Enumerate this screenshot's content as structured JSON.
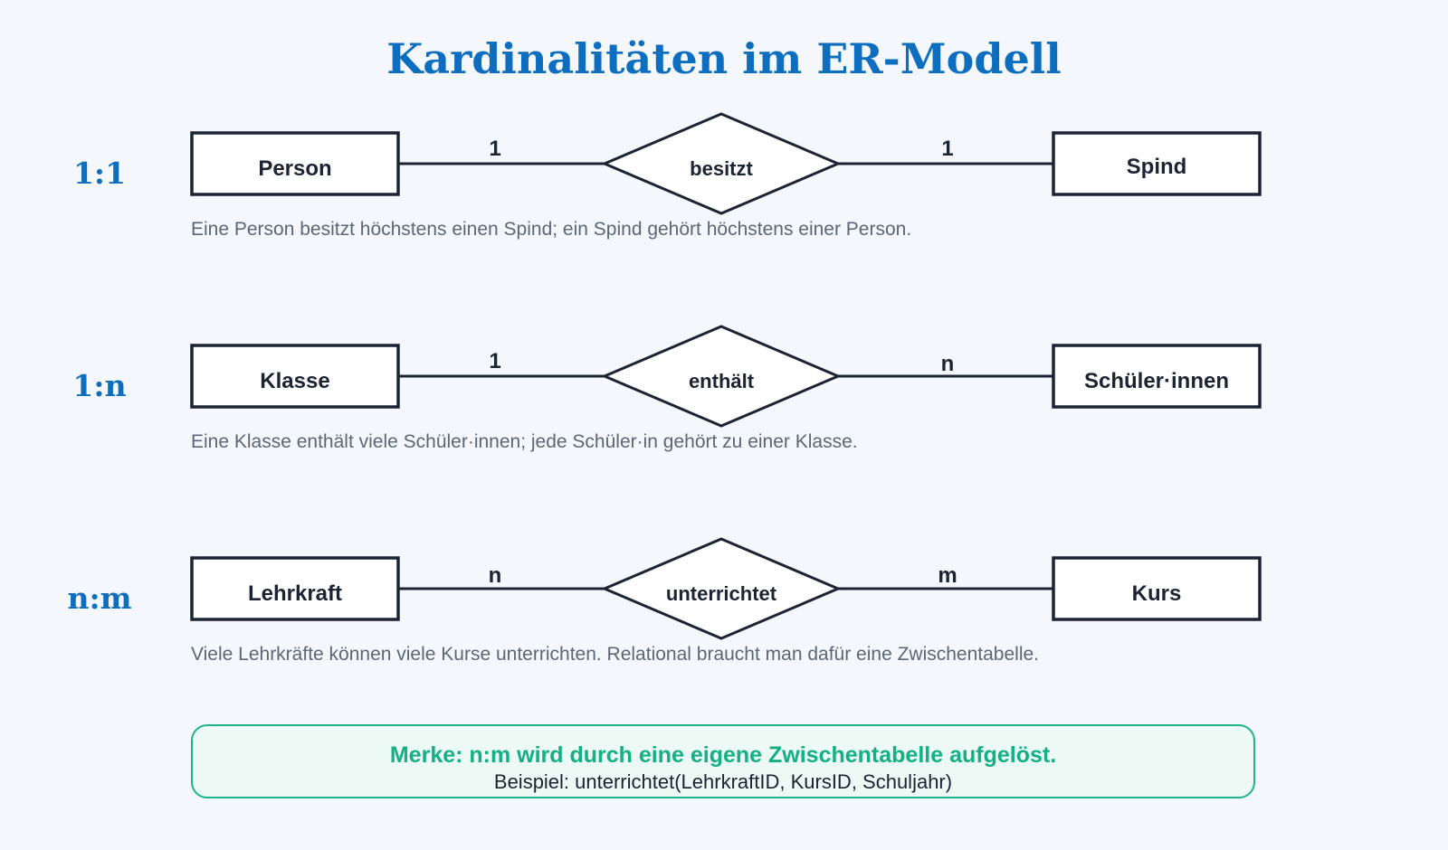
{
  "title": "Kardinalitäten im ER-Modell",
  "rows": [
    {
      "cardinality": "1:1",
      "left_entity": "Person",
      "relationship": "besitzt",
      "right_entity": "Spind",
      "left_multiplicity": "1",
      "right_multiplicity": "1",
      "description": "Eine Person besitzt höchstens einen Spind; ein Spind gehört höchstens einer Person."
    },
    {
      "cardinality": "1:n",
      "left_entity": "Klasse",
      "relationship": "enthält",
      "right_entity": "Schüler·innen",
      "left_multiplicity": "1",
      "right_multiplicity": "n",
      "description": "Eine Klasse enthält viele Schüler·innen; jede Schüler·in gehört zu einer Klasse."
    },
    {
      "cardinality": "n:m",
      "left_entity": "Lehrkraft",
      "relationship": "unterrichtet",
      "right_entity": "Kurs",
      "left_multiplicity": "n",
      "right_multiplicity": "m",
      "description": "Viele Lehrkräfte können viele Kurse unterrichten. Relational braucht man dafür eine Zwischentabelle."
    }
  ],
  "note": {
    "title": "Merke: n:m wird durch eine eigene Zwischentabelle aufgelöst.",
    "example": "Beispiel: unterrichtet(LehrkraftID, KursID, Schuljahr)"
  },
  "colors": {
    "accent": "#0d6ec0",
    "ink": "#1c2333",
    "muted": "#5d6675",
    "note_border": "#1db48a",
    "note_text": "#14b083",
    "note_bg": "#ecf9f5",
    "background": "#f4f8fc"
  }
}
